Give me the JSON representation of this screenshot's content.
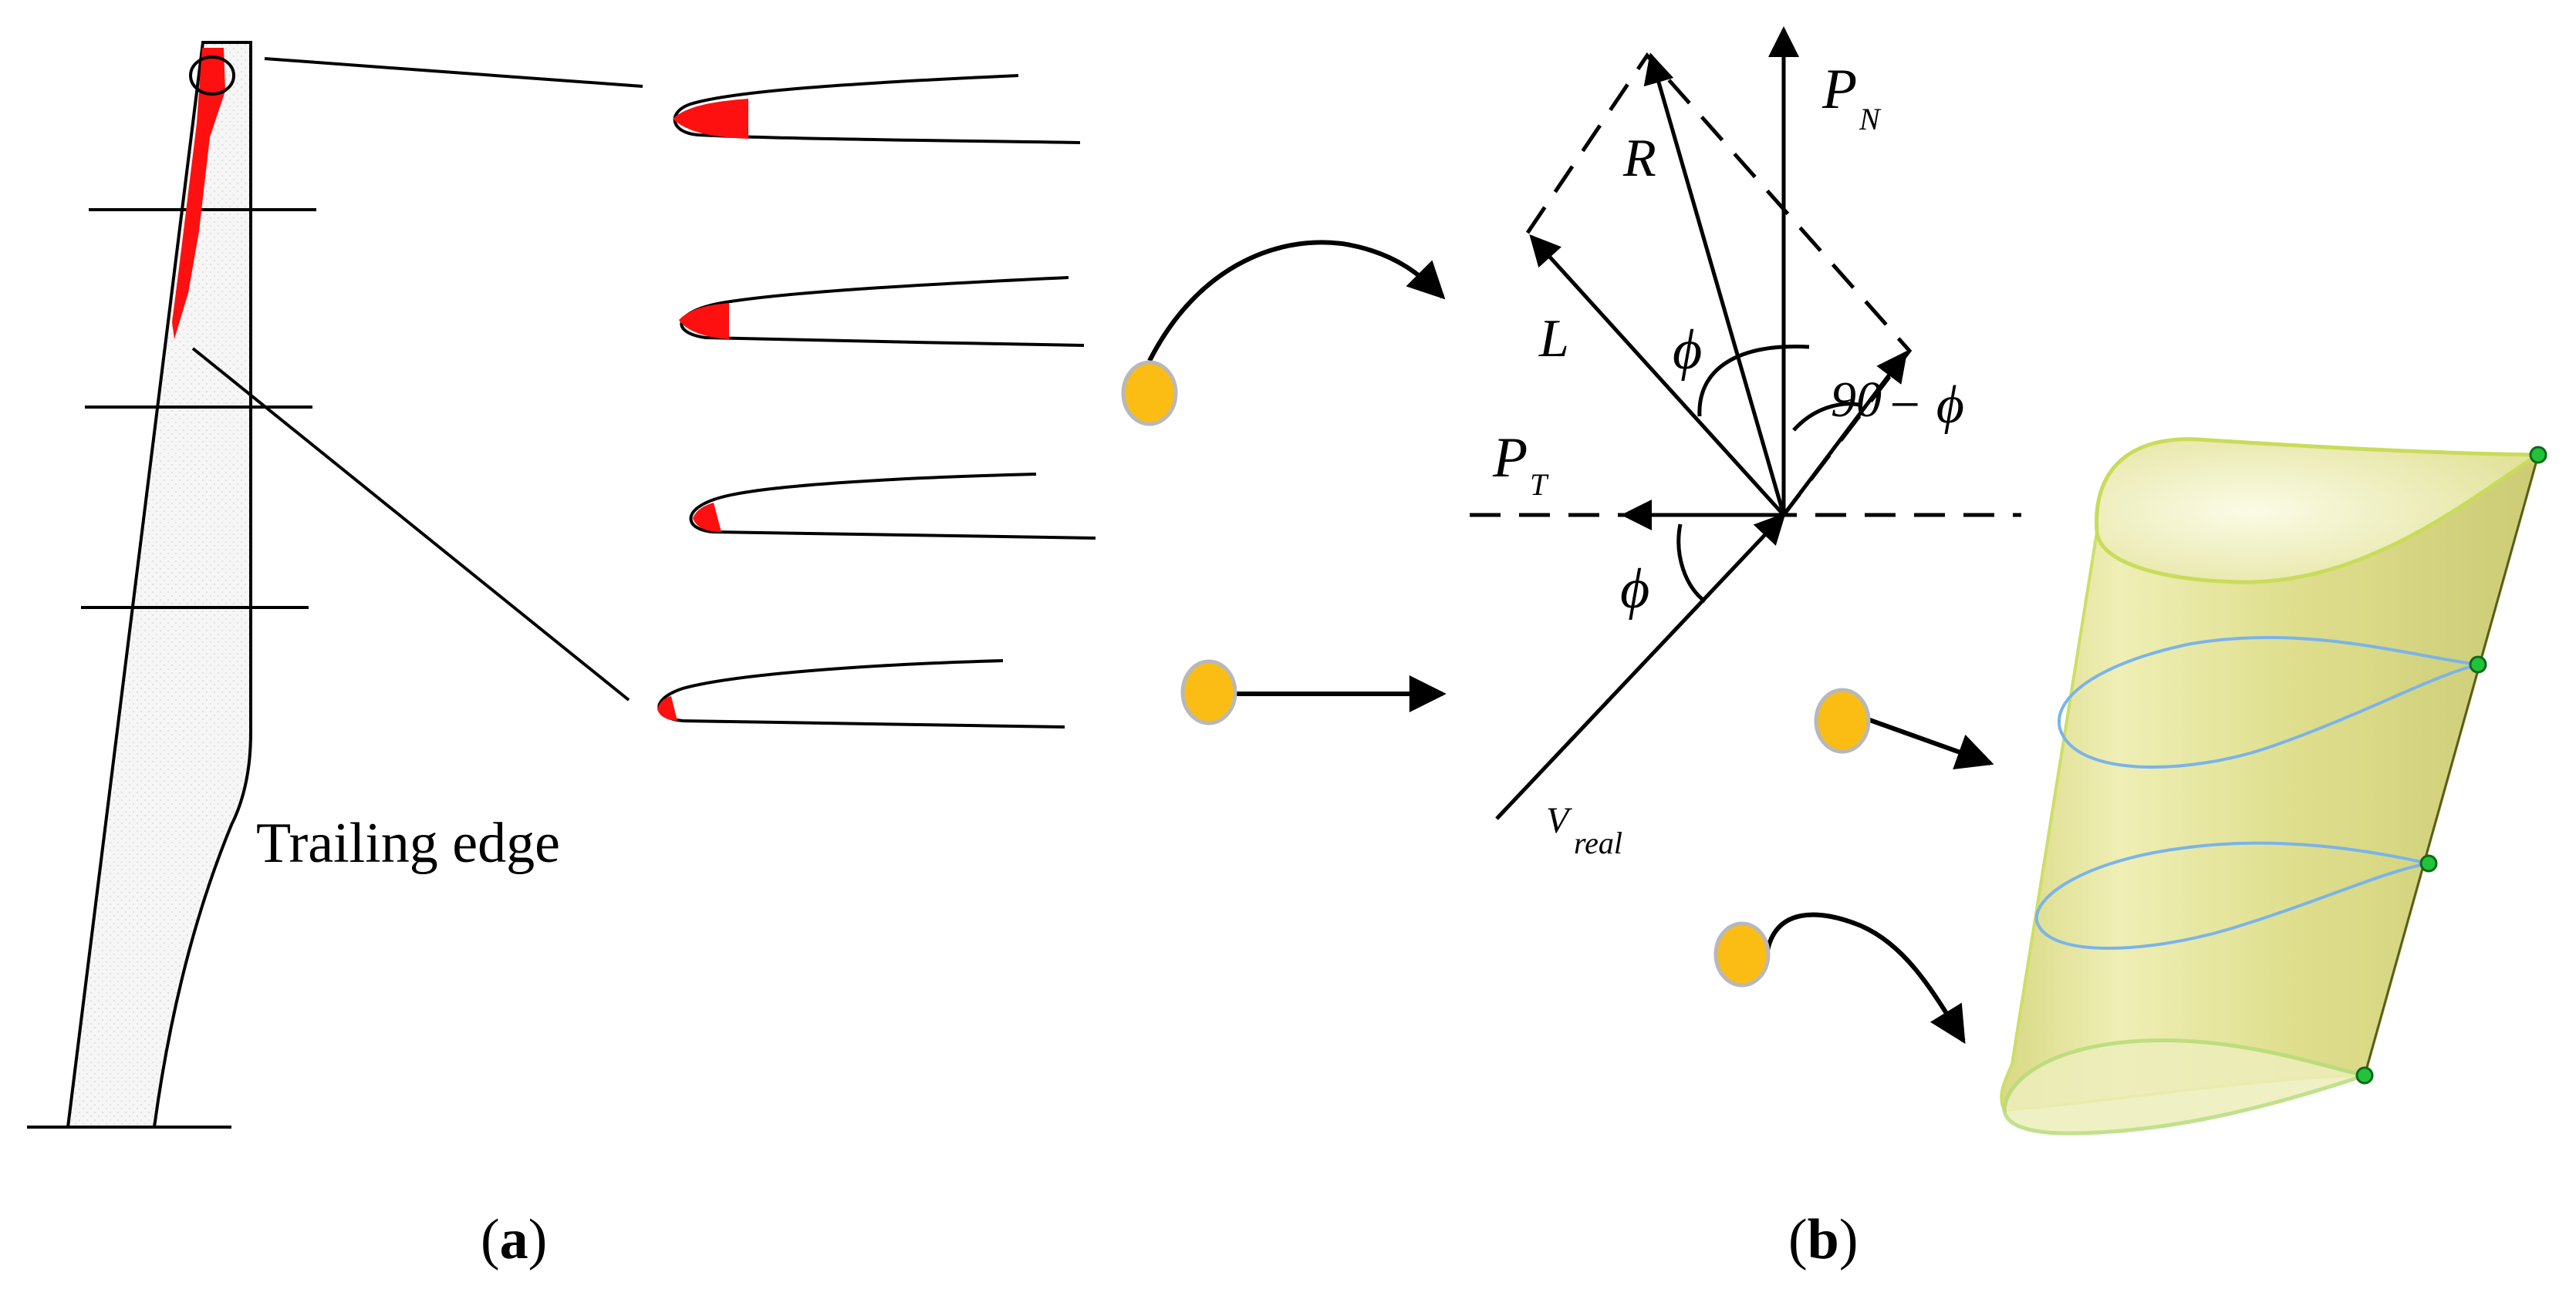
{
  "labels": {
    "trailing_edge": "Trailing edge",
    "force_R": "R",
    "force_L": "L",
    "force_PN": "P",
    "force_PN_sub": "N",
    "force_PT": "P",
    "force_PT_sub": "T",
    "angle_phi_top": "ϕ",
    "angle_phi_bottom": "ϕ",
    "angle_90": "90",
    "angle_minus_phi": "− ϕ",
    "velocity_V": "V",
    "velocity_sub": "real"
  },
  "captions": {
    "a_open": "(",
    "a_letter": "a",
    "a_close": ")",
    "b_open": "(",
    "b_letter": "b",
    "b_close": ")"
  },
  "colors": {
    "ink": "#000000",
    "damage": "#ff1010",
    "marker_dot": "#fbbd13",
    "marker_ring": "#b8b8b8",
    "surface_fill": "#e0e08a",
    "surface_edge": "#c9dc5a",
    "section_curve": "#7ab4e8",
    "node_point": "#22c23a"
  }
}
